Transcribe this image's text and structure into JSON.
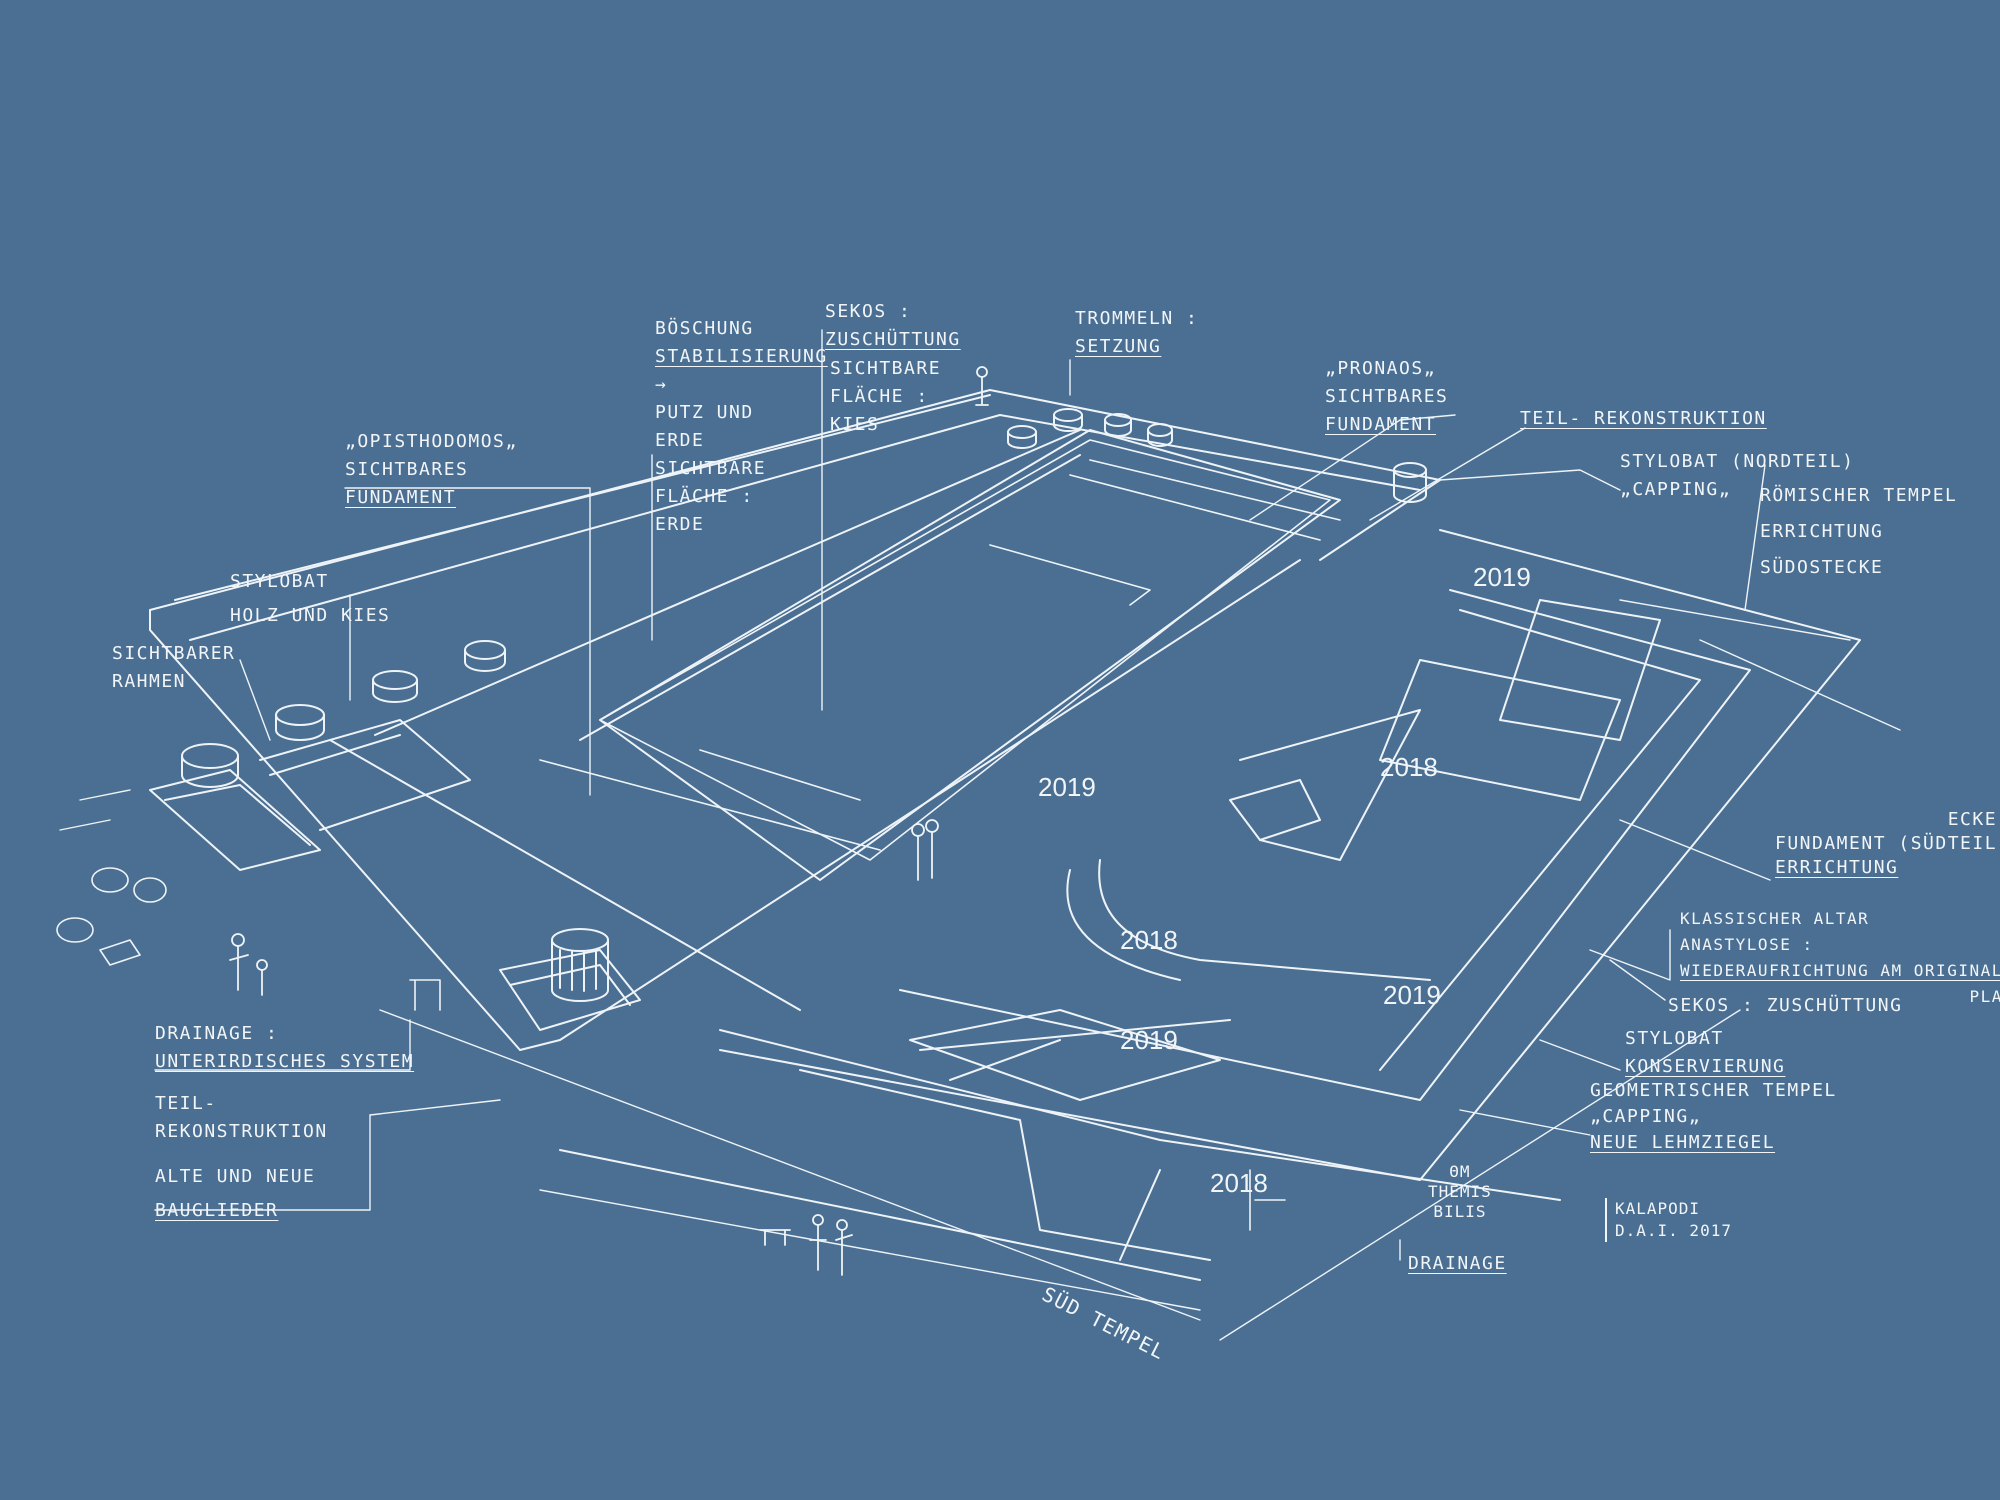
{
  "labels": {
    "boeschung": [
      "BÖSCHUNG",
      "STABILISIERUNG",
      "→",
      "PUTZ UND",
      "ERDE"
    ],
    "sichtbare_flaeche_erde": [
      "SICHTBARE",
      "FLÄCHE :",
      "ERDE"
    ],
    "sekos_top": [
      "SEKOS :",
      "ZUSCHÜTTUNG"
    ],
    "sekos_flaeche": [
      "SICHTBARE",
      "FLÄCHE :",
      "KIES"
    ],
    "trommeln": [
      "TROMMELN :",
      "SETZUNG"
    ],
    "pronaos": [
      "„PRONAOS„",
      "SICHTBARES",
      "FUNDAMENT"
    ],
    "teil_rekonstruktion_top": "TEIL- REKONSTRUKTION",
    "stylobat_nordteil": [
      "STYLOBAT (NORDTEIL)",
      "„CAPPING„"
    ],
    "roemischer_tempel": [
      "RÖMISCHER TEMPEL",
      "ERRICHTUNG",
      "SÜDOSTECKE"
    ],
    "opisthodomos": [
      "„OPISTHODOMOS„",
      "SICHTBARES",
      "FUNDAMENT"
    ],
    "stylobat_holz": [
      "STYLOBAT",
      "HOLZ UND KIES"
    ],
    "sichtbarer_rahmen": [
      "SICHTBARER",
      "RAHMEN"
    ],
    "fundament_ecke": [
      "ECKE-",
      "FUNDAMENT (SÜDTEIL)",
      "ERRICHTUNG"
    ],
    "klassischer_altar": [
      "KLASSISCHER ALTAR",
      "ANASTYLOSE :",
      "WIEDERAUFRICHTUNG AM ORIGINALEN",
      "PLATZ"
    ],
    "sekos_bottom": "SEKOS : ZUSCHÜTTUNG",
    "stylobat_konservierung": [
      "STYLOBAT",
      "KONSERVIERUNG"
    ],
    "geometrischer_tempel": [
      "GEOMETRISCHER TEMPEL",
      "„CAPPING„",
      "NEUE LEHMZIEGEL"
    ],
    "drainage_left": [
      "DRAINAGE :",
      "UNTERIRDISCHES SYSTEM"
    ],
    "teil_rekonstruktion_left": [
      "TEIL-",
      "REKONSTRUKTION"
    ],
    "alte_neue": [
      "ALTE UND NEUE",
      "BAUGLIEDER"
    ],
    "drainage_bottom": "DRAINAGE",
    "sued_tempel": "SÜD TEMPEL"
  },
  "years": {
    "y1": "2019",
    "y2": "2019",
    "y3": "2018",
    "y4": "2018",
    "y5": "2019",
    "y6": "2019",
    "y7": "2018"
  },
  "signature": {
    "mark": "ΘΜ",
    "author": [
      "THEMIS",
      "BILIS"
    ],
    "place": [
      "KALAPODI",
      "D.A.I. 2017"
    ]
  },
  "colors": {
    "background": "#4a6f93",
    "ink": "#f2f5f8"
  }
}
